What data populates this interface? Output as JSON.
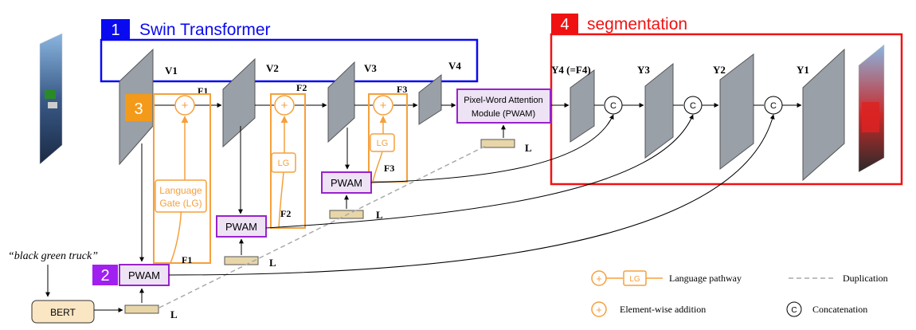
{
  "colors": {
    "blue": "#0a0af0",
    "red": "#f01212",
    "orange": "#f5a03c",
    "orange_fill": "#f39a1a",
    "purple": "#9922cc",
    "purple_fill": "#a020f0",
    "gray_feature": "#9aa0a8",
    "tan": "#e8d6a8"
  },
  "boxes": {
    "b1": {
      "num": "1",
      "label": "Swin Transformer"
    },
    "b2": {
      "num": "2"
    },
    "b3": {
      "num": "3"
    },
    "b4": {
      "num": "4",
      "label": "segmentation"
    }
  },
  "encoder": {
    "v1": "V1",
    "v2": "V2",
    "v3": "V3",
    "v4": "V4",
    "f1_top": "F1",
    "f2_top": "F2",
    "f3_top": "F3",
    "f1": "F1",
    "f2": "F2",
    "f3": "F3"
  },
  "pwam": {
    "label": "PWAM",
    "big_line1": "Pixel-Word Attention",
    "big_line2": "Module (PWAM)"
  },
  "lg": {
    "short": "LG",
    "long_line1": "Language",
    "long_line2": "Gate (LG)"
  },
  "lang": {
    "L": "L",
    "query": "“black green truck”",
    "bert": "BERT"
  },
  "decoder": {
    "y4": "Y4 (=F4)",
    "y3": "Y3",
    "y2": "Y2",
    "y1": "Y1",
    "concat": "C"
  },
  "legend": {
    "lg": "LG",
    "language_pathway": "Language pathway",
    "duplication": "Duplication",
    "addition": "Element-wise addition",
    "concat_symbol": "C",
    "concatenation": "Concatenation"
  }
}
